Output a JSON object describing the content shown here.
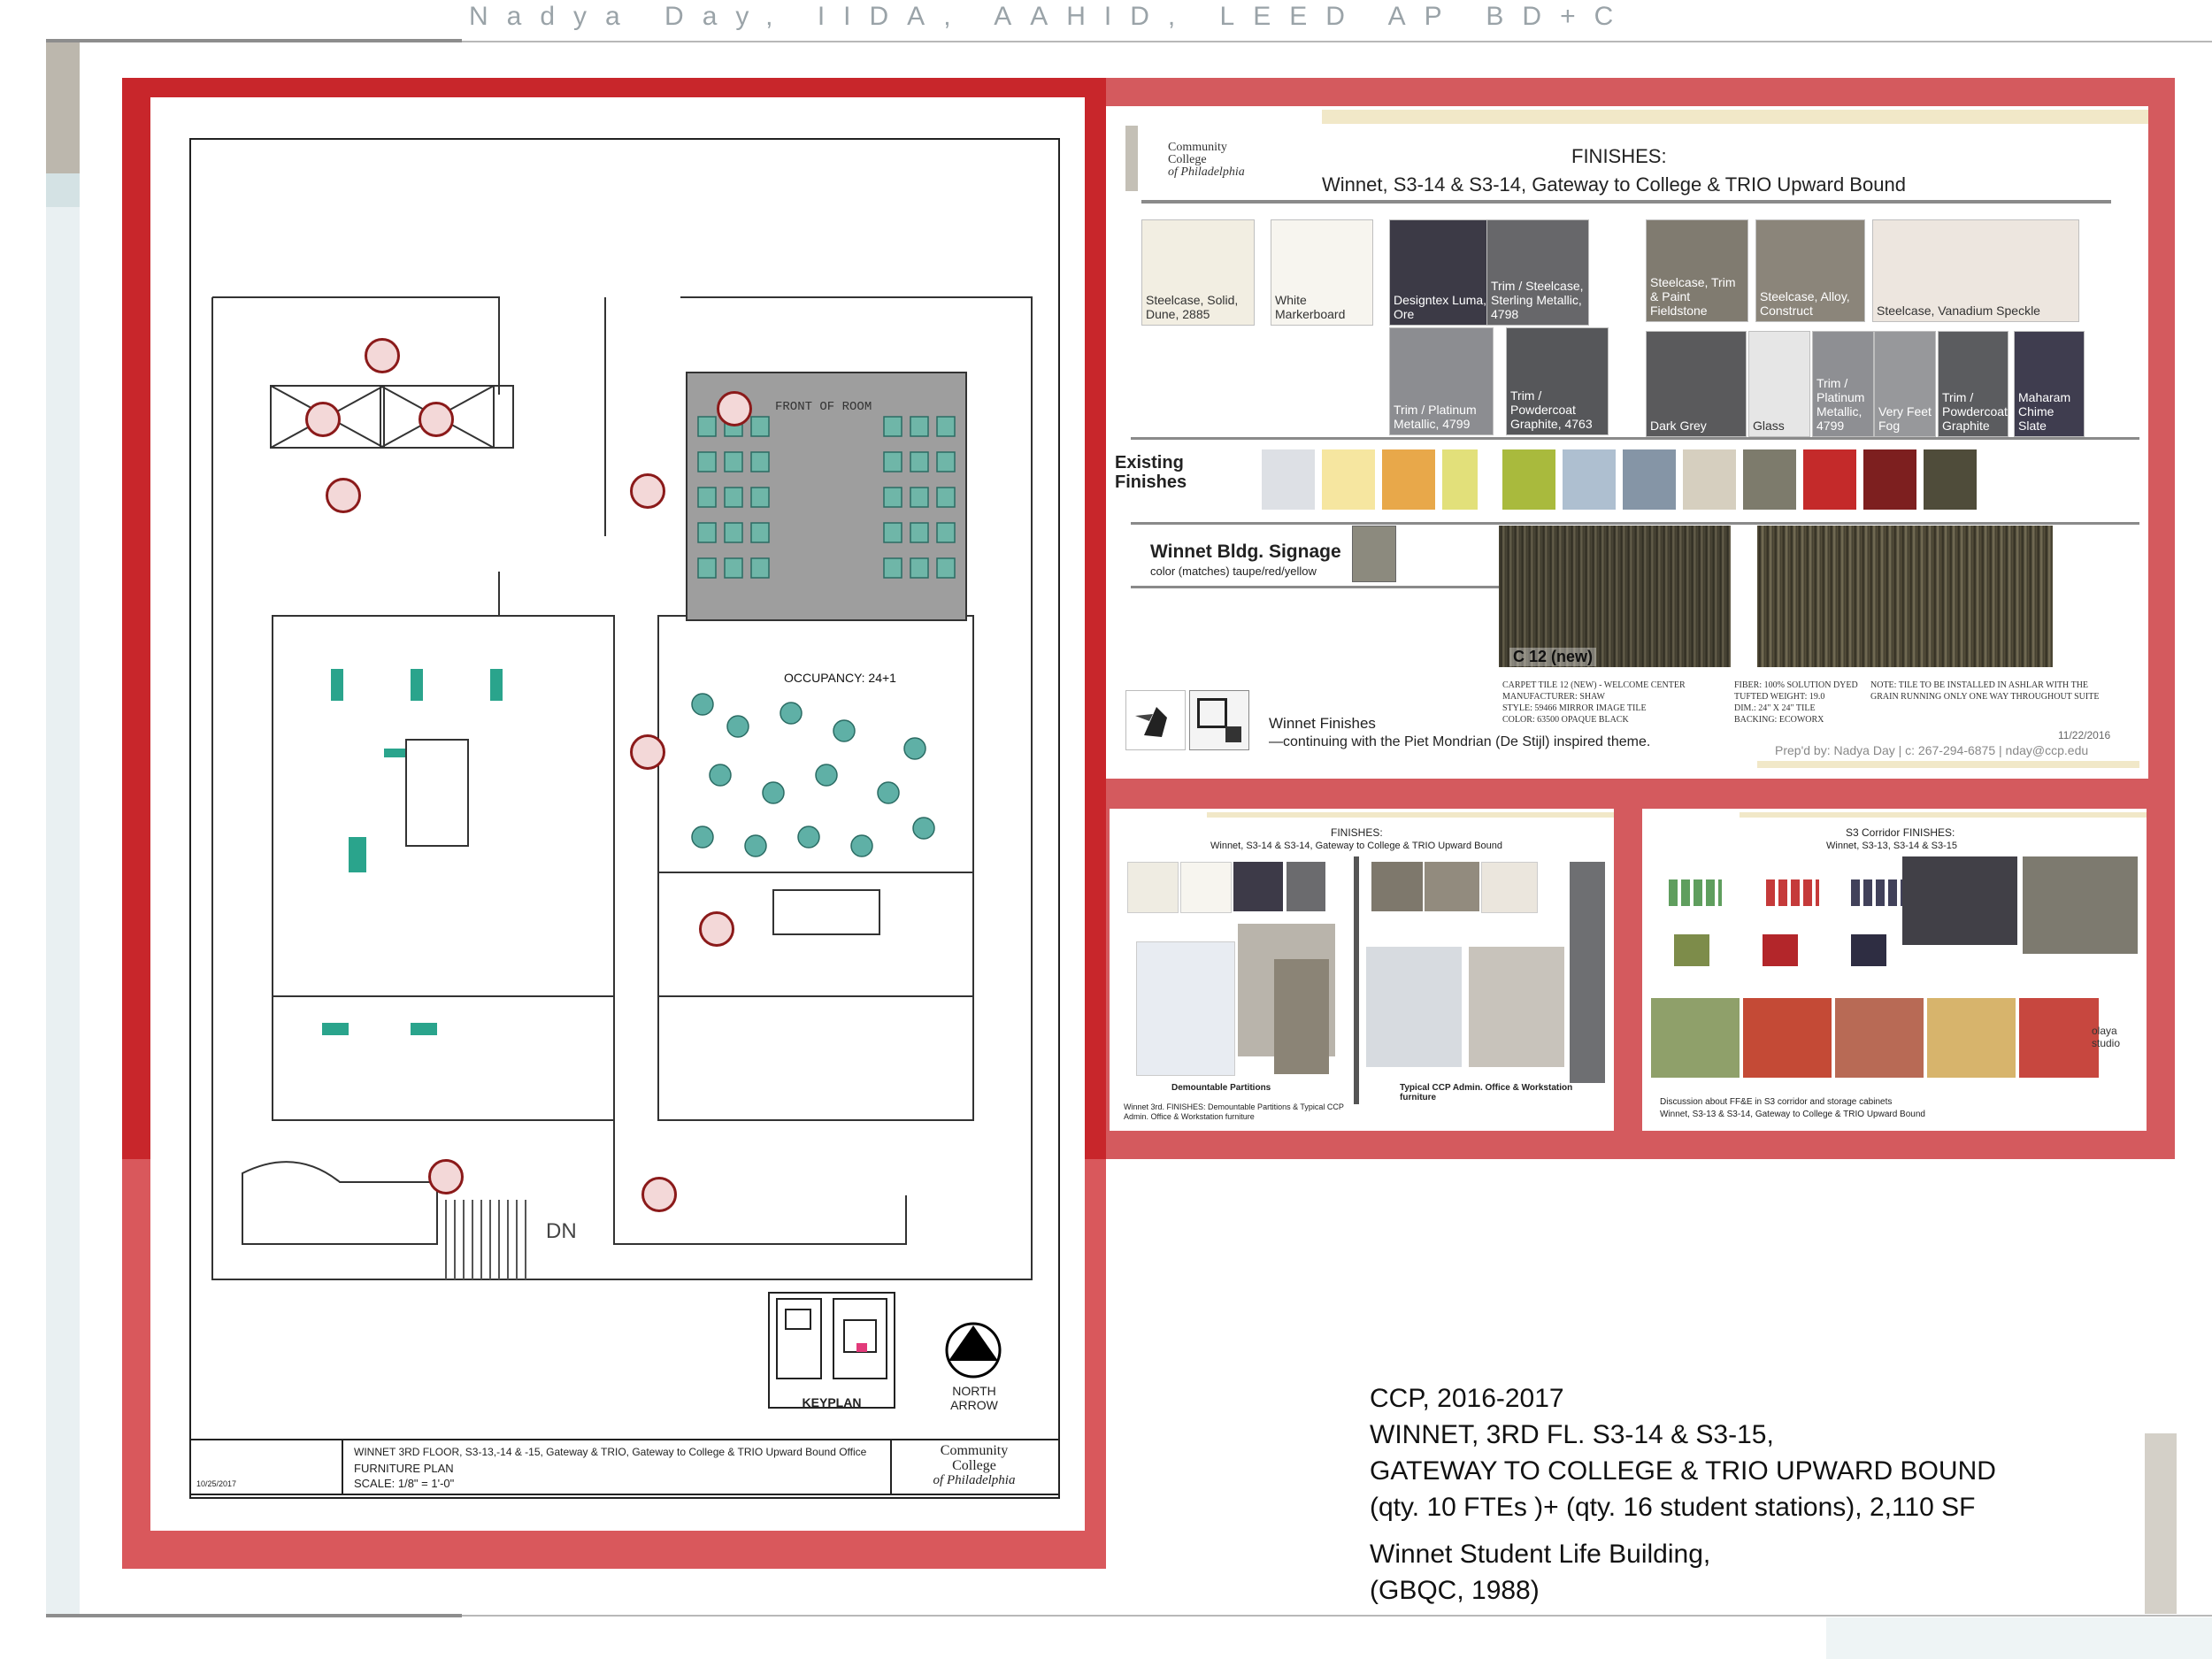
{
  "header": {
    "name": "Nadya Day, IIDA, AAHID, LEED AP BD+C"
  },
  "floorplan": {
    "front_of_room": "FRONT OF ROOM",
    "occupancy": "OCCUPANCY: 24+1",
    "dn": "DN",
    "keyplan": "KEYPLAN",
    "north_arrow": "NORTH ARROW",
    "title_block": {
      "title": "WINNET 3RD FLOOR, S3-13,-14 & -15, Gateway & TRIO, Gateway to College & TRIO Upward Bound Office",
      "subtitle": "FURNITURE PLAN",
      "scale": "SCALE: 1/8\" = 1'-0\"",
      "date": "10/25/2017",
      "logo_line1": "Community",
      "logo_line2": "College",
      "logo_line3": "of Philadelphia"
    }
  },
  "finishes_board": {
    "logo_line1": "Community",
    "logo_line2": "College",
    "logo_line3": "of Philadelphia",
    "title": "FINISHES:",
    "subtitle": "Winnet, S3-14 & S3-14, Gateway to College & TRIO Upward Bound",
    "swatches": [
      {
        "label": "Steelcase, Solid, Dune, 2885",
        "color": "#f2eee2"
      },
      {
        "label": "White Markerboard",
        "color": "#f7f5ef"
      },
      {
        "label": "Designtex Luma, Ore",
        "color": "#3c3a46"
      },
      {
        "label": "Trim / Steelcase, Sterling Metallic, 4798",
        "color": "#67676a"
      },
      {
        "label": "Trim / Platinum Metallic, 4799",
        "color": "#8c8d91"
      },
      {
        "label": "Trim / Powdercoat Graphite, 4763",
        "color": "#56575a"
      },
      {
        "label": "Steelcase, Trim & Paint Fieldstone",
        "color": "#807b70"
      },
      {
        "label": "Steelcase, Alloy, Construct",
        "color": "#8b857a"
      },
      {
        "label": "Steelcase, Vanadium Speckle",
        "color": "#ede6df"
      },
      {
        "label": "Dark Grey",
        "color": "#5a5a5c"
      },
      {
        "label": "Glass",
        "color": "#e6e6e6"
      },
      {
        "label": "Trim / Platinum Metallic, 4799",
        "color": "#8e8f93"
      },
      {
        "label": "Very Feet Fog",
        "color": "#97989b"
      },
      {
        "label": "Trim / Powdercoat Graphite",
        "color": "#5b5c5f"
      },
      {
        "label": "Maharam Chime Slate",
        "color": "#3f3d4f"
      }
    ],
    "existing_label": "Existing Finishes",
    "existing_colors": [
      "#dde0e5",
      "#f6e6a0",
      "#e8a84a",
      "#e2e07a",
      "#a9ba3d",
      "#aebfd0",
      "#8595a6",
      "#d6cfbf",
      "#7d7b6c",
      "#c42a2a",
      "#7d1f1f",
      "#4f4c3a"
    ],
    "signage_title": "Winnet Bldg. Signage",
    "signage_sub": "color (matches) taupe/red/yellow",
    "carpet_label": "C 12 (new)",
    "carpet_spec": [
      "CARPET TILE 12 (NEW) - WELCOME CENTER",
      "MANUFACTURER: SHAW",
      "STYLE: 59466 MIRROR IMAGE TILE",
      "COLOR: 63500 OPAQUE BLACK"
    ],
    "carpet_spec2": [
      "FIBER: 100% SOLUTION DYED",
      "TUFTED WEIGHT: 19.0",
      "DIM.: 24\" X 24\" TILE",
      "BACKING: ECOWORX"
    ],
    "carpet_note": "NOTE: TILE TO BE INSTALLED IN ASHLAR WITH THE GRAIN RUNNING ONLY ONE WAY THROUGHOUT SUITE",
    "theme_title": "Winnet Finishes",
    "theme_sub": "—continuing with the Piet Mondrian (De Stijl) inspired theme.",
    "date": "11/22/2016",
    "prepared": "Prep'd by: Nadya Day | c: 267-294-6875 | nday@ccp.edu"
  },
  "board2": {
    "title": "FINISHES:",
    "subtitle": "Winnet, S3-14 & S3-14, Gateway to College & TRIO Upward Bound",
    "caption1": "Demountable Partitions",
    "caption2": "Typical CCP Admin. Office & Workstation furniture",
    "footer": "Winnet 3rd. FINISHES: Demountable Partitions & Typical CCP Admin. Office & Workstation furniture"
  },
  "board3": {
    "title": "S3 Corridor FINISHES:",
    "subtitle": "Winnet, S3-13, S3-14 & S3-15",
    "footer1": "Discussion about FF&E in S3 corridor and storage cabinets",
    "footer2": "Winnet, S3-13 & S3-14, Gateway to College & TRIO Upward Bound",
    "brand": "olaya studio"
  },
  "project": {
    "line1": "CCP, 2016-2017",
    "line2": "WINNET, 3RD FL. S3-14 & S3-15,",
    "line3": "GATEWAY TO COLLEGE & TRIO UPWARD BOUND",
    "line4": "(qty. 10 FTEs )+ (qty. 16 student stations), 2,110 SF",
    "line5": "Winnet Student Life Building,",
    "line6": "(GBQC, 1988)"
  }
}
